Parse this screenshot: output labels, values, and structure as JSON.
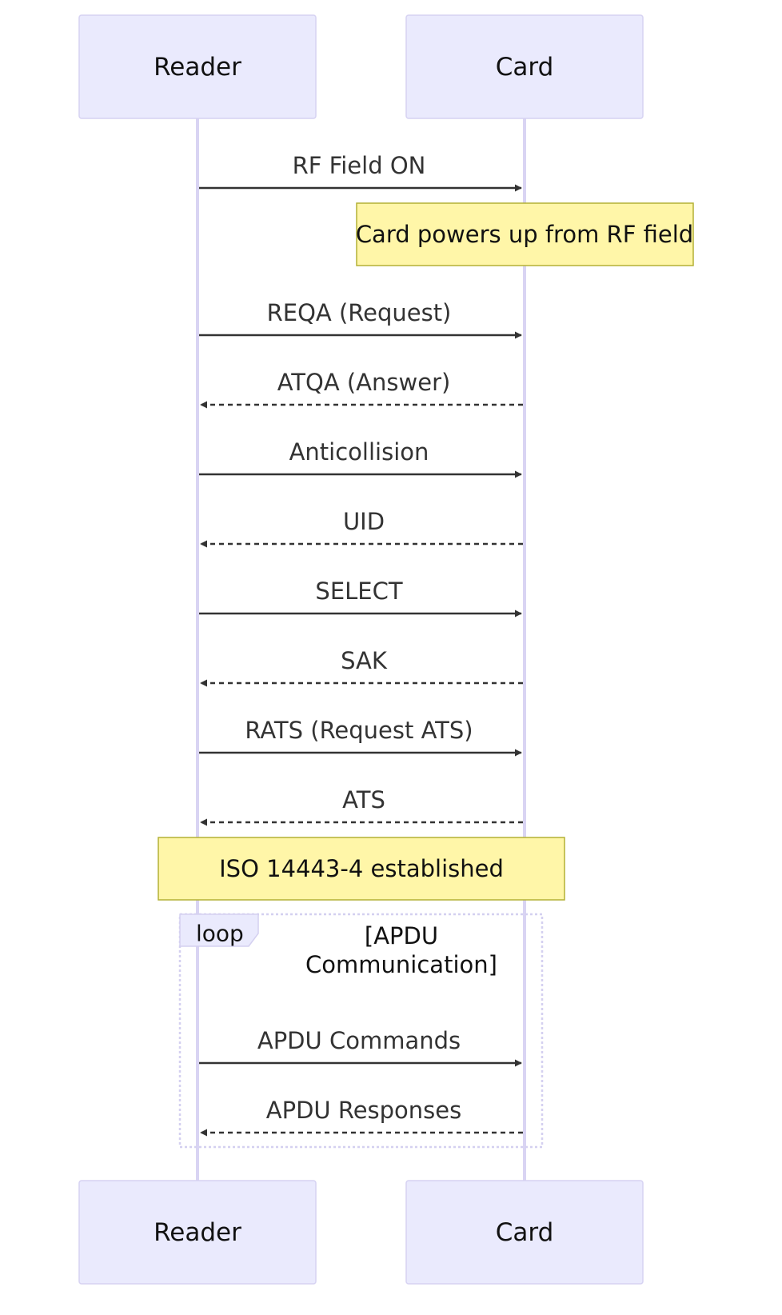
{
  "participants": [
    {
      "id": "reader",
      "label": "Reader"
    },
    {
      "id": "card",
      "label": "Card"
    }
  ],
  "messages": [
    {
      "from": "reader",
      "to": "card",
      "label": "RF Field ON",
      "style": "solid"
    },
    {
      "from": "reader",
      "to": "card",
      "label": "REQA (Request)",
      "style": "solid"
    },
    {
      "from": "card",
      "to": "reader",
      "label": "ATQA (Answer)",
      "style": "dashed"
    },
    {
      "from": "reader",
      "to": "card",
      "label": "Anticollision",
      "style": "solid"
    },
    {
      "from": "card",
      "to": "reader",
      "label": "UID",
      "style": "dashed"
    },
    {
      "from": "reader",
      "to": "card",
      "label": "SELECT",
      "style": "solid"
    },
    {
      "from": "card",
      "to": "reader",
      "label": "SAK",
      "style": "dashed"
    },
    {
      "from": "reader",
      "to": "card",
      "label": "RATS (Request ATS)",
      "style": "solid"
    },
    {
      "from": "card",
      "to": "reader",
      "label": "ATS",
      "style": "dashed"
    },
    {
      "from": "reader",
      "to": "card",
      "label": "APDU Commands",
      "style": "solid"
    },
    {
      "from": "card",
      "to": "reader",
      "label": "APDU Responses",
      "style": "dashed"
    }
  ],
  "notes": [
    {
      "text": "Card powers up from RF field",
      "over": "card"
    },
    {
      "text": "ISO 14443-4 established",
      "over": "reader,card"
    }
  ],
  "loop": {
    "tag": "loop",
    "condition_lines": [
      "[APDU",
      "Communication]"
    ]
  },
  "colors": {
    "actor_fill": "#eaeafd",
    "actor_stroke": "#d6d2f2",
    "lifeline": "#d9d4f3",
    "note_fill": "#fff6a8",
    "note_stroke": "#b4b135",
    "arrow": "#333333"
  }
}
